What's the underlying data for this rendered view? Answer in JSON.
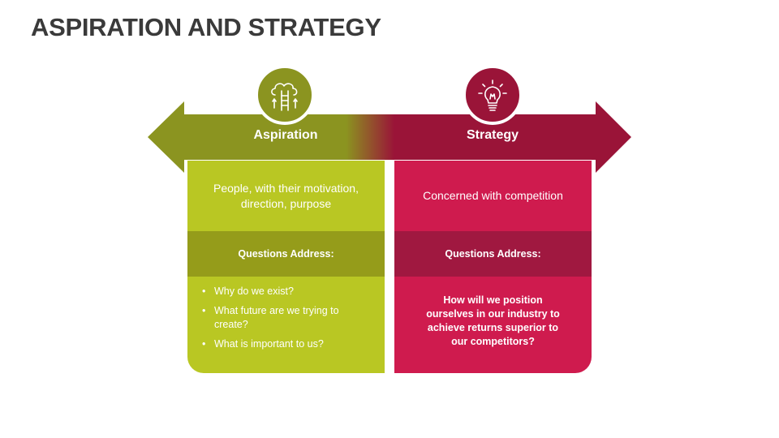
{
  "slide": {
    "title": "ASPIRATION AND STRATEGY"
  },
  "colors": {
    "olive_dark": "#8b9420",
    "lime": "#b9c723",
    "olive_mid": "#959c1a",
    "crimson_dark": "#9a1438",
    "crimson": "#cf1b4e",
    "crimson_mid": "#a01840"
  },
  "aspiration": {
    "icon": "cloud-ladder-icon",
    "label": "Aspiration",
    "description": "People, with their motivation, direction, purpose",
    "questions_heading": "Questions Address:",
    "questions": [
      "Why do we exist?",
      "What future are we trying to create?",
      "What is important to us?"
    ]
  },
  "strategy": {
    "icon": "lightbulb-icon",
    "label": "Strategy",
    "description": "Concerned with competition",
    "questions_heading": "Questions Address:",
    "question": "How will we position ourselves in our industry to achieve returns superior to our competitors?"
  }
}
